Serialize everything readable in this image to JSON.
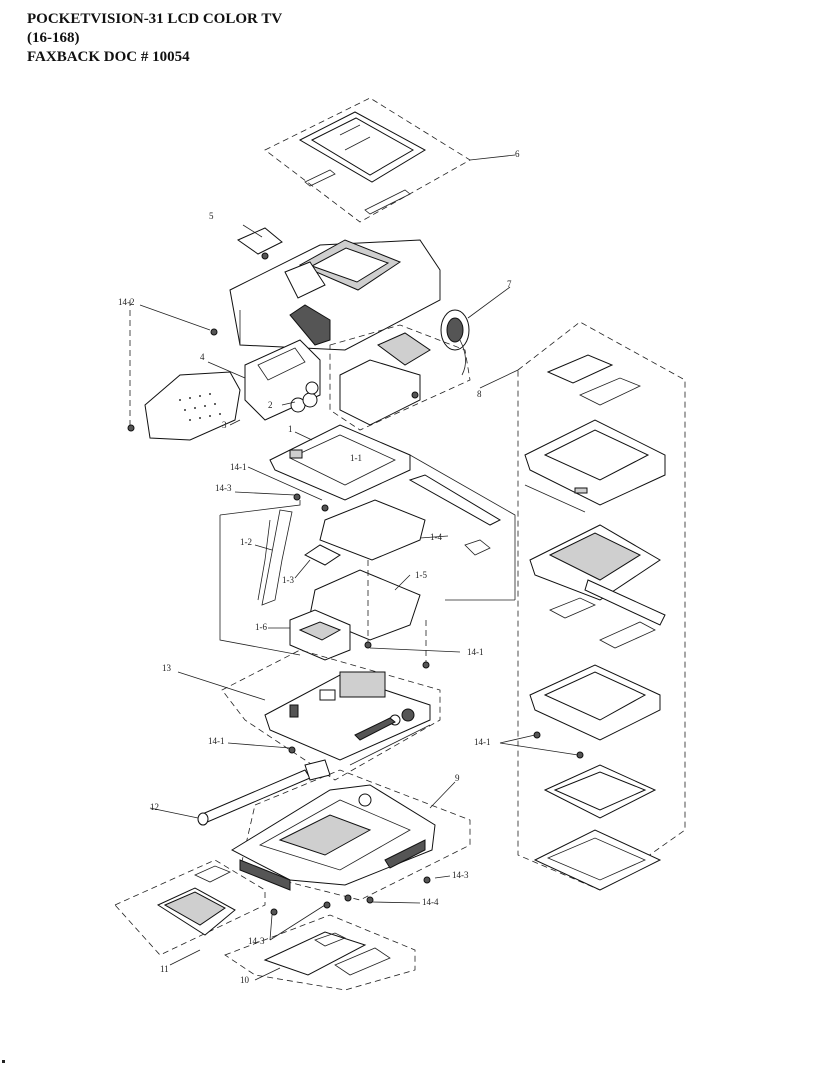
{
  "header": {
    "title": "POCKETVISION-31 LCD COLOR TV",
    "model": "(16-168)",
    "doc": "FAXBACK DOC # 10054"
  },
  "labels": {
    "p6": "6",
    "p5": "5",
    "p7": "7",
    "p14_2": "14-2",
    "p4": "4",
    "p8": "8",
    "p2": "2",
    "p3": "3",
    "p1": "1",
    "p1_1": "1-1",
    "p14_1a": "14-1",
    "p14_3a": "14-3",
    "p1_4": "1-4",
    "p1_2": "1-2",
    "p1_3": "1-3",
    "p1_5": "1-5",
    "p1_6": "1-6",
    "p14_1b": "14-1",
    "p13": "13",
    "p14_1c": "14-1",
    "p14_1d": "14-1",
    "p9": "9",
    "p12": "12",
    "p14_3b": "14-3",
    "p14_4": "14-4",
    "p14_3c": "14-3",
    "p11": "11",
    "p10": "10"
  }
}
